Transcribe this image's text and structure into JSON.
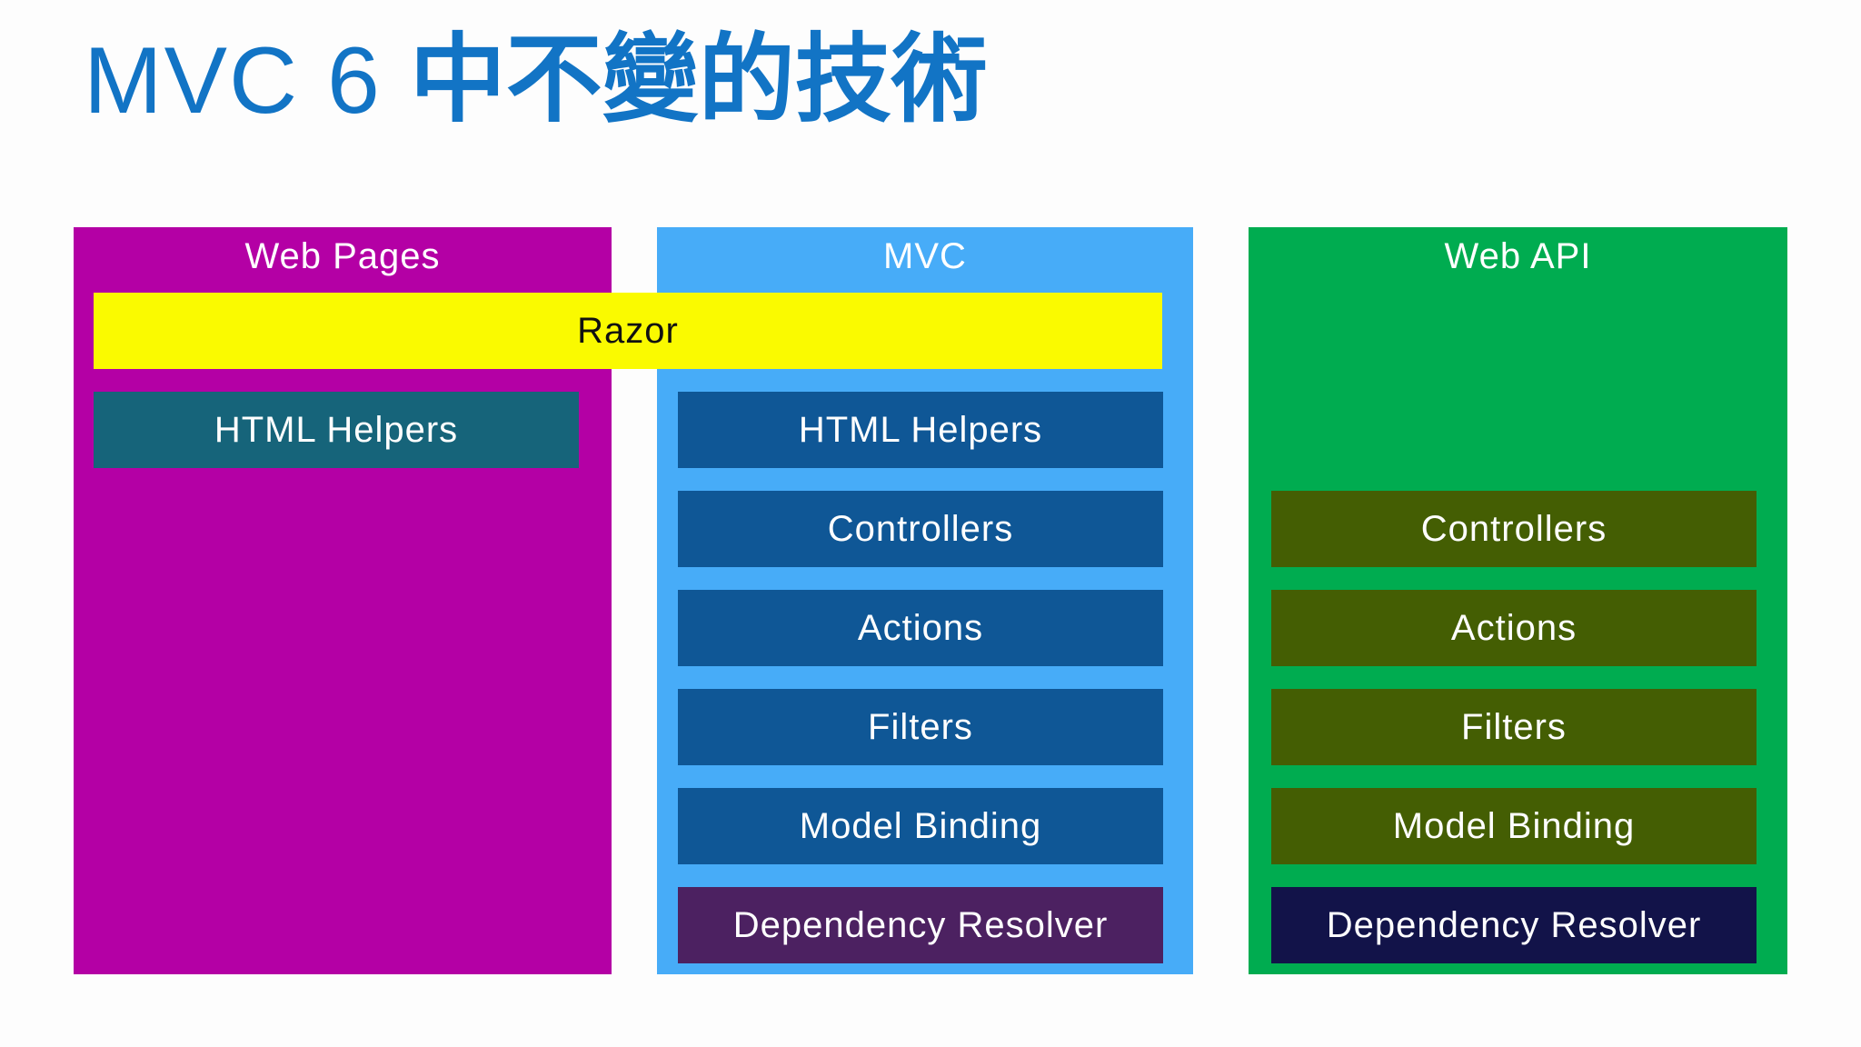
{
  "title": {
    "latin": "MVC 6 ",
    "cjk": "中不變的技術",
    "full_text": "MVC 6 中不變的技術",
    "color": "#1274C5"
  },
  "razor": {
    "label": "Razor",
    "color": "#FAFA00",
    "text_color": "#111111"
  },
  "columns": [
    {
      "header": "Web Pages",
      "color": "#B400A5",
      "boxes": [
        {
          "label": "HTML Helpers",
          "color": "#16647A"
        }
      ]
    },
    {
      "header": "MVC",
      "color": "#47ACF8",
      "boxes": [
        {
          "label": "HTML Helpers",
          "color": "#0F5796"
        },
        {
          "label": "Controllers",
          "color": "#0F5796"
        },
        {
          "label": "Actions",
          "color": "#0F5796"
        },
        {
          "label": "Filters",
          "color": "#0F5796"
        },
        {
          "label": "Model Binding",
          "color": "#0F5796"
        },
        {
          "label": "Dependency Resolver",
          "color": "#4C2161"
        }
      ]
    },
    {
      "header": "Web API",
      "color": "#00AC50",
      "boxes": [
        {
          "label": "Controllers",
          "color": "#445E03"
        },
        {
          "label": "Actions",
          "color": "#445E03"
        },
        {
          "label": "Filters",
          "color": "#445E03"
        },
        {
          "label": "Model Binding",
          "color": "#445E03"
        },
        {
          "label": "Dependency Resolver",
          "color": "#121349"
        }
      ]
    }
  ]
}
